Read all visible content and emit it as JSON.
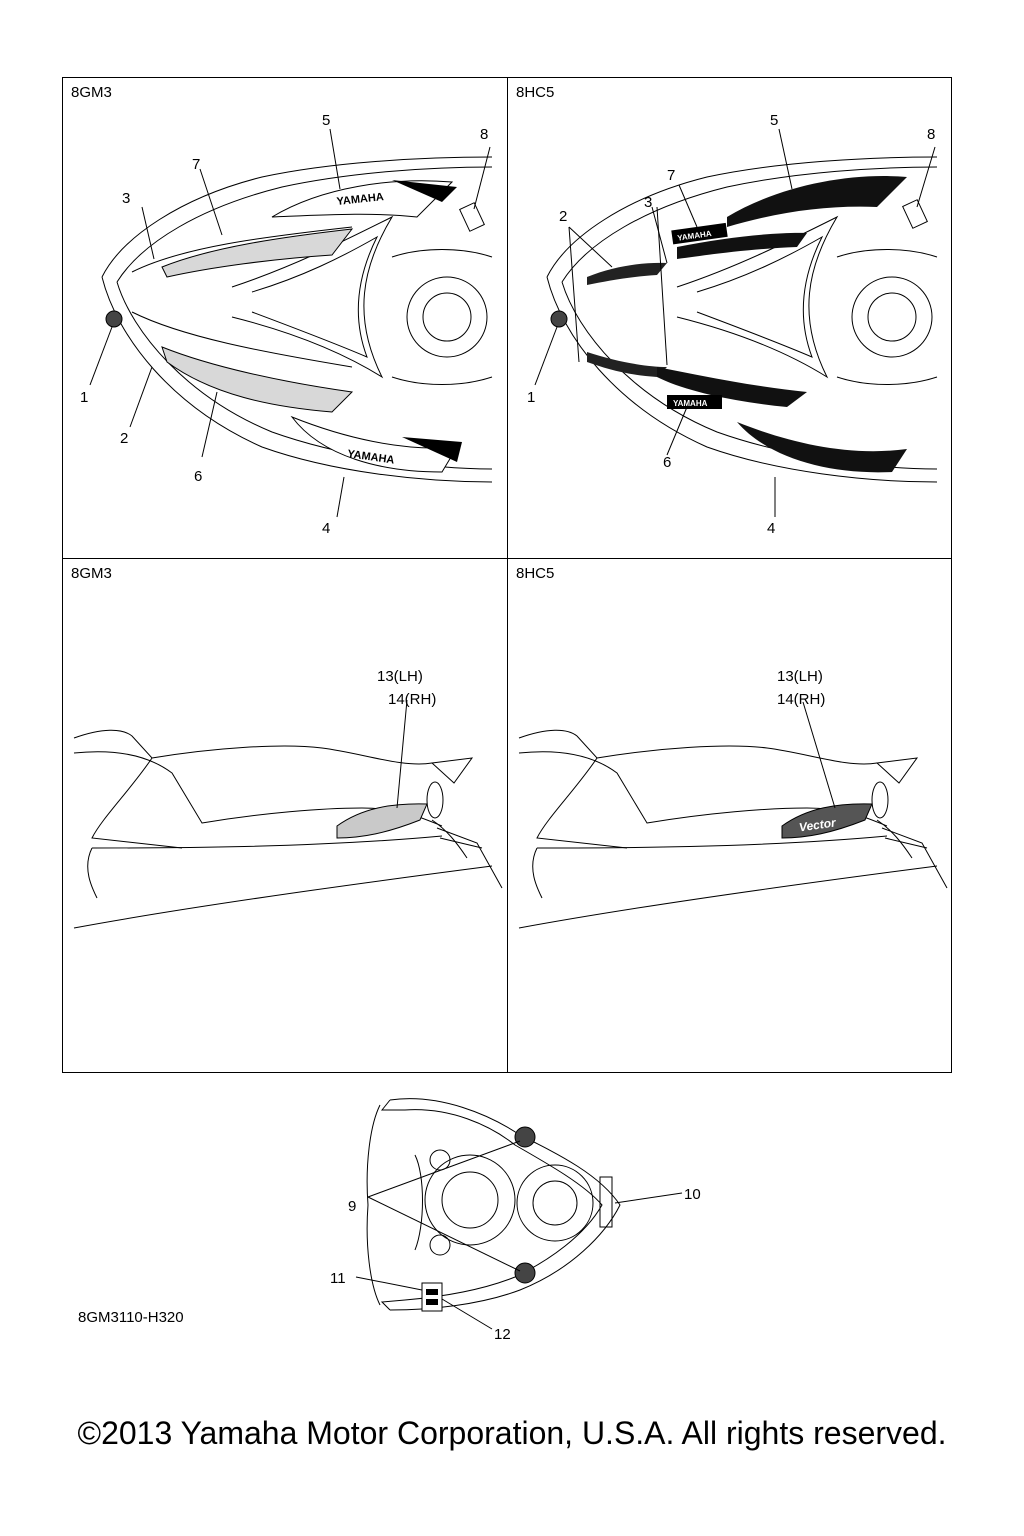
{
  "panels": {
    "top_left": {
      "model": "8GM3",
      "callouts": [
        "1",
        "2",
        "3",
        "4",
        "5",
        "6",
        "7",
        "8"
      ]
    },
    "top_right": {
      "model": "8HC5",
      "callouts": [
        "1",
        "2",
        "3",
        "4",
        "5",
        "6",
        "7",
        "8"
      ]
    },
    "bottom_left": {
      "model": "8GM3",
      "callouts": [
        "13(LH)",
        "14(RH)"
      ]
    },
    "bottom_right": {
      "model": "8HC5",
      "callouts": [
        "13(LH)",
        "14(RH)"
      ]
    }
  },
  "lower_view": {
    "callouts": [
      "9",
      "10",
      "11",
      "12"
    ]
  },
  "decal_text": {
    "brand": "YAMAHA",
    "model_name": "Vector"
  },
  "diagram_code": "8GM3110-H320",
  "copyright": "©2013 Yamaha Motor Corporation, U.S.A. All rights reserved."
}
